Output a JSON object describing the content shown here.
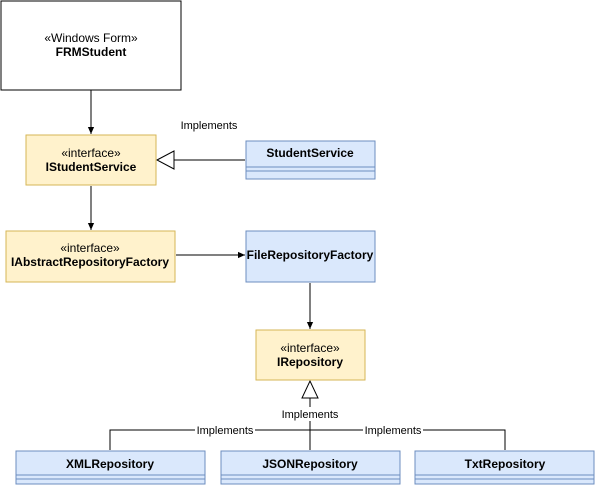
{
  "colors": {
    "interface_fill": "#fff2cc",
    "interface_stroke": "#d6b656",
    "class_fill": "#dae8fc",
    "class_stroke": "#6c8ebf",
    "form_fill": "#ffffff",
    "form_stroke": "#000000",
    "line": "#000000"
  },
  "nodes": {
    "frm_student": {
      "stereotype": "«Windows Form»",
      "name": "FRMStudent"
    },
    "istudent_service": {
      "stereotype": "«interface»",
      "name": "IStudentService"
    },
    "student_service": {
      "name": "StudentService"
    },
    "iabstract_factory": {
      "stereotype": "«interface»",
      "name": "IAbstractRepositoryFactory"
    },
    "file_factory": {
      "name": "FileRepositoryFactory"
    },
    "irepository": {
      "stereotype": "«interface»",
      "name": "IRepository"
    },
    "xml_repo": {
      "name": "XMLRepository"
    },
    "json_repo": {
      "name": "JSONRepository"
    },
    "txt_repo": {
      "name": "TxtRepository"
    }
  },
  "edge_labels": {
    "student_service_impl": "Implements",
    "irepository_impl": "Implements",
    "xml_impl": "Implements",
    "txt_impl": "Implements"
  }
}
